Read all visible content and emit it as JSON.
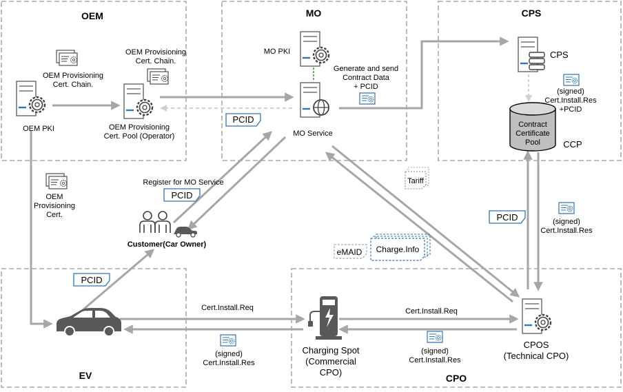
{
  "zones": {
    "oem": "OEM",
    "mo": "MO",
    "cps": "CPS",
    "ev": "EV",
    "cpo": "CPO",
    "ccp": "CCP"
  },
  "nodes": {
    "oem_pki": "OEM PKI",
    "oem_pool": [
      "OEM Provisioning",
      "Cert. Pool (Operator)"
    ],
    "mo_pki": "MO PKI",
    "mo_service": "MO Service",
    "cps_server": "CPS",
    "contract_pool": [
      "Contract",
      "Certificate",
      "Pool"
    ],
    "customer": "Customer(Car Owner)",
    "charging_spot": [
      "Charging Spot",
      "(Commercial",
      "CPO)"
    ],
    "cpos": [
      "CPOS",
      "(Technical CPO)"
    ]
  },
  "labels": {
    "oem_chain_left": [
      "OEM Provisioning",
      "Cert. Chain."
    ],
    "oem_chain_top": [
      "OEM Provisioning",
      "Cert. Chain."
    ],
    "oem_prov_cert": [
      "OEM",
      "Provisioning",
      "Cert."
    ],
    "generate_send": [
      "Generate and send",
      "Contract Data",
      "+ PCID"
    ],
    "signed_res_pcid": [
      "(signed)",
      "Cert.Install.Res",
      "+PCID"
    ],
    "register_mo": "Register for MO Service",
    "tariff": "Tariff",
    "emaid": "eMAID",
    "charge_info": "Charge.Info",
    "signed_res_right": [
      "(signed)",
      "Cert.Install.Res"
    ],
    "cert_req_left": "Cert.Install.Req",
    "cert_req_right": "Cert.Install.Req",
    "signed_res_bottom_left": [
      "(signed)",
      "Cert.Install.Res"
    ],
    "signed_res_bottom_right": [
      "(signed)",
      "Cert.Install.Res"
    ]
  },
  "pcid_tags": [
    "PCID",
    "PCID",
    "PCID",
    "PCID"
  ],
  "colors": {
    "zone_border": "#a9a9a9",
    "arrow": "#a6a6a6",
    "arrow_light": "#c8c8c8",
    "icon_blue": "#2e75b6",
    "text": "#000000",
    "pki_link": "#70ad47",
    "cylinder_fill": "#bfbfbf"
  }
}
